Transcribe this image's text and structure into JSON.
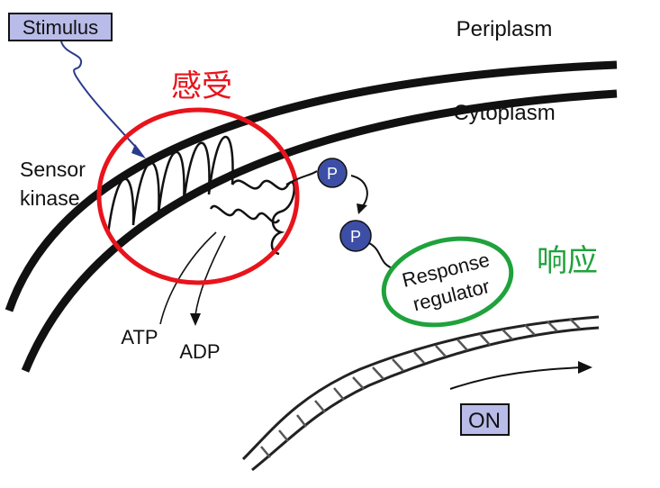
{
  "labels": {
    "stimulus": "Stimulus",
    "periplasm": "Periplasm",
    "cytoplasm": "Cytoplasm",
    "sensor_line1": "Sensor",
    "sensor_line2": "kinase",
    "atp": "ATP",
    "adp": "ADP",
    "phosphate": "P",
    "response_line1": "Response",
    "response_line2": "regulator",
    "on": "ON"
  },
  "annotations": {
    "sense": "感受",
    "respond": "响应"
  },
  "colors": {
    "membrane": "#111111",
    "box_fill": "#b9bce8",
    "phosphate_fill": "#3d4ea5",
    "sense_circle": "#e8141c",
    "respond_circle": "#1fa23c",
    "stimulus_arrow": "#2b3b8c"
  }
}
